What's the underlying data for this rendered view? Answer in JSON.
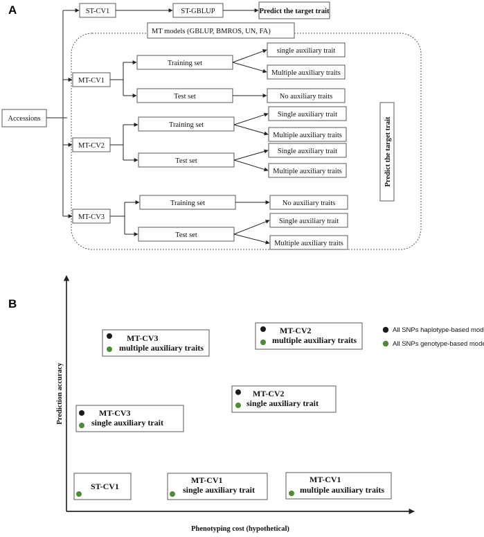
{
  "panel_a": {
    "label": "A",
    "accessions": "Accessions",
    "st_cv1": "ST-CV1",
    "st_gblup": "ST-GBLUP",
    "predict_top": "Predict the target trait",
    "mt_models": "MT  models (GBLUP, BMROS, UN, FA)",
    "predict_side": "Predict the target trait",
    "mt_cv1": "MT-CV1",
    "mt_cv2": "MT-CV2",
    "mt_cv3": "MT-CV3",
    "training_set": "Training set",
    "test_set": "Test set",
    "single_aux_lower": "single auxiliary trait",
    "single_aux": "Single auxiliary trait",
    "multiple_aux": "Multiple auxiliary traits",
    "no_aux": "No auxiliary traits"
  },
  "panel_b": {
    "label": "B",
    "ylabel": "Prediction accuracy",
    "xlabel": "Phenotyping cost (hypothetical)",
    "legend": [
      {
        "label": "All SNPs haplotype-based model",
        "color": "#1a1a1a"
      },
      {
        "label": "All SNPs genotype-based model",
        "color": "#4f8a3a"
      }
    ],
    "points": [
      {
        "line1": "MT-CV3",
        "line2": "multiple auxiliary traits",
        "haplotype": true
      },
      {
        "line1": "MT-CV2",
        "line2": "multiple auxiliary traits",
        "haplotype": true
      },
      {
        "line1": "MT-CV2",
        "line2": "single auxiliary trait",
        "haplotype": true
      },
      {
        "line1": "MT-CV3",
        "line2": "single auxiliary trait",
        "haplotype": true
      },
      {
        "line1": "ST-CV1",
        "line2": "",
        "haplotype": false
      },
      {
        "line1": "MT-CV1",
        "line2": "single auxiliary trait",
        "haplotype": false
      },
      {
        "line1": "MT-CV1",
        "line2": "multiple auxiliary traits",
        "haplotype": false
      }
    ]
  }
}
